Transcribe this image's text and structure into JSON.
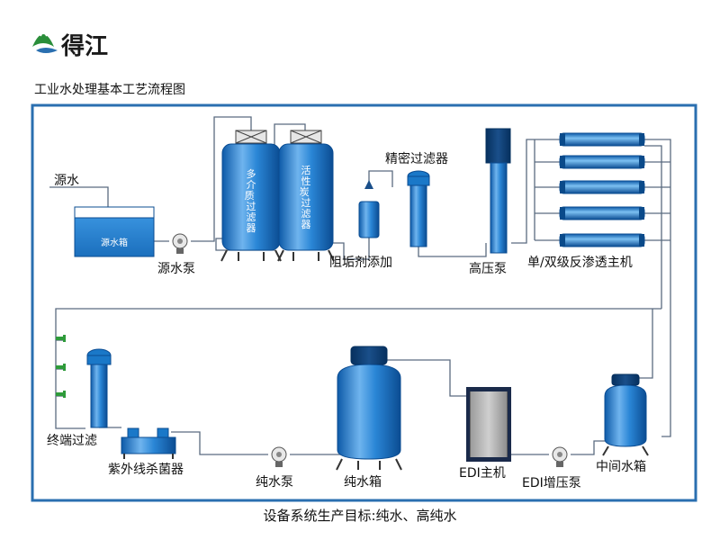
{
  "brand": {
    "name": "得江"
  },
  "title": "工业水处理基本工艺流程图",
  "footer": "设备系统生产目标:纯水、高纯水",
  "colors": {
    "frame": "#2a6fb0",
    "pipe": "#5a6b80",
    "equipment": "#1a78c8",
    "equipment_dark": "#0a4a8a",
    "valve": "#2e9b3a"
  },
  "labels": {
    "source_water": "源水",
    "source_tank": "源水箱",
    "source_pump": "源水泵",
    "multi_media_filter": "多介质过滤器",
    "carbon_filter": "活性炭过滤器",
    "precision_filter": "精密过滤器",
    "antiscalant": "阻垢剂添加",
    "high_pressure_pump": "高压泵",
    "ro_unit": "单/双级反渗透主机",
    "intermediate_tank": "中间水箱",
    "edi_pump": "EDI增压泵",
    "edi_unit": "EDI主机",
    "pure_tank": "纯水箱",
    "pure_pump": "纯水泵",
    "uv_sterilizer": "紫外线杀菌器",
    "terminal_filter": "终端过滤"
  }
}
